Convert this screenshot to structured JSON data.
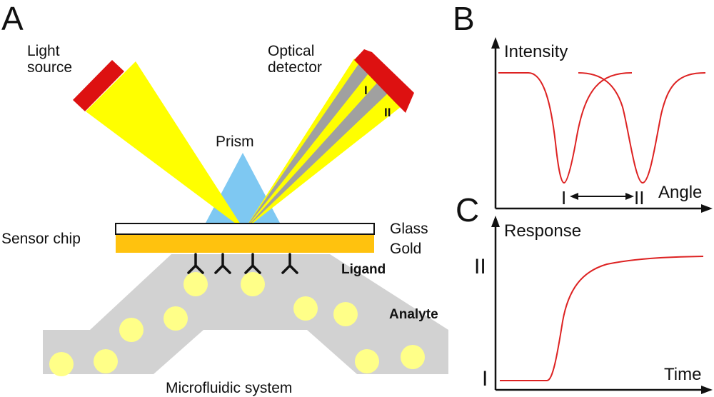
{
  "panels": {
    "a": "A",
    "b": "B",
    "c": "C"
  },
  "labels": {
    "light_source": [
      "Light",
      "source"
    ],
    "optical_detector": [
      "Optical",
      "detector"
    ],
    "prism": "Prism",
    "sensor_chip": "Sensor chip",
    "glass": "Glass",
    "gold": "Gold",
    "ligand": "Ligand",
    "analyte": "Analyte",
    "microfluidic": "Microfluidic system",
    "detector_marks": [
      "I",
      "II"
    ]
  },
  "graph_b": {
    "ylabel": "Intensity",
    "xlabel": "Angle",
    "marks": [
      "I",
      "II"
    ]
  },
  "graph_c": {
    "ylabel": "Response",
    "xlabel": "Time",
    "marks": [
      "II",
      "I"
    ]
  },
  "colors": {
    "source_red": "#dd1111",
    "beam_yellow": "#ffff00",
    "beam_grey": "#a0a0a0",
    "prism_blue": "#7ec8f2",
    "gold": "#ffc20e",
    "channel_grey": "#d2d2d2",
    "particle": "#ffff88",
    "curve_red": "#dd2222"
  }
}
